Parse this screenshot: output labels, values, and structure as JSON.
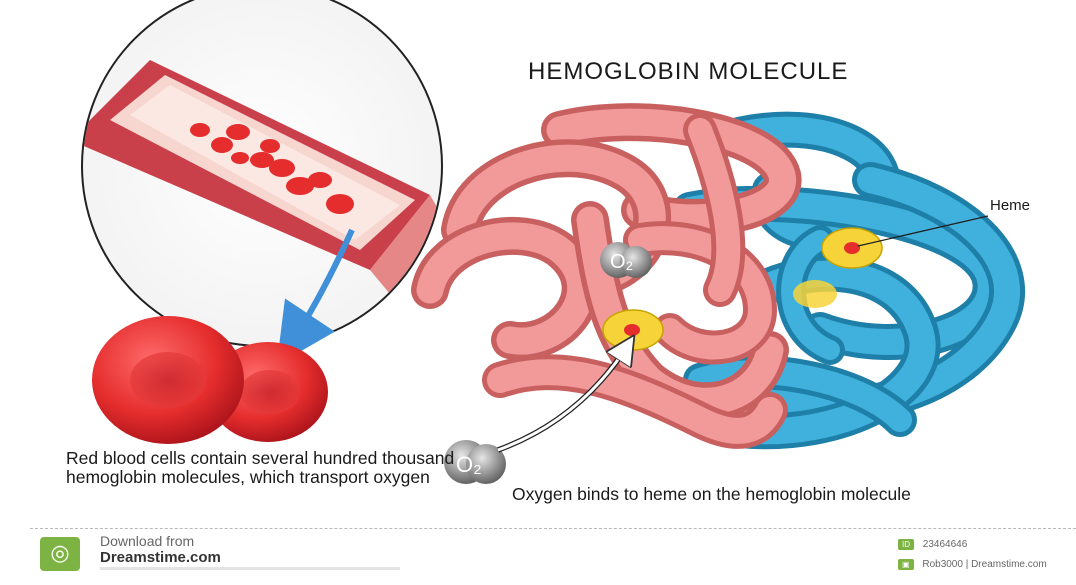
{
  "title": "HEMOGLOBIN MOLECULE",
  "heme_label": "Heme",
  "o2_label": "O₂",
  "rbc_caption": "Red blood cells contain several hundred thousand hemoglobin molecules, which transport oxygen",
  "oxygen_caption": "Oxygen binds to heme on the hemoglobin molecule",
  "footer": {
    "download_line": "Download from",
    "site_name": "Dreamstime.com",
    "id_tag": "ID",
    "image_id": "23464646",
    "credit": "Rob3000 | Dreamstime.com"
  },
  "colors": {
    "red_chain": "#ee8f8f",
    "blue_chain": "#2e9fcb",
    "blood_cell": "#e52d2d",
    "heme_yellow": "#f7d33a",
    "accent_green": "#7cb342",
    "arrow_blue": "#3f8fd9"
  }
}
